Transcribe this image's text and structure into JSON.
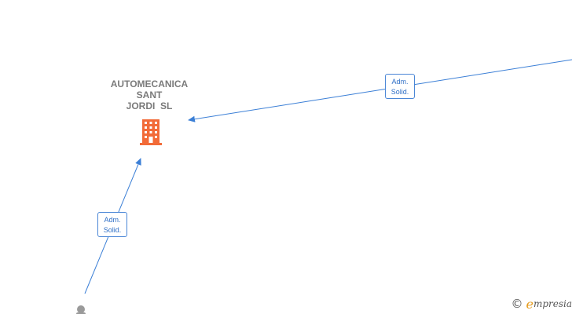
{
  "company": {
    "name_lines": [
      "AUTOMECANICA",
      "SANT",
      "JORDI  SL"
    ],
    "icon": "building-icon",
    "icon_color": "#f26b38"
  },
  "edges": [
    {
      "label_line1": "Adm.",
      "label_line2": "Solid."
    },
    {
      "label_line1": "Adm.",
      "label_line2": "Solid."
    }
  ],
  "colors": {
    "edge": "#3b7fd6",
    "label_text": "#2f6fc6",
    "person_node": "#9a9a9a"
  },
  "watermark": {
    "copyright_symbol": "©",
    "brand_initial": "e",
    "brand_rest": "mpresia"
  }
}
